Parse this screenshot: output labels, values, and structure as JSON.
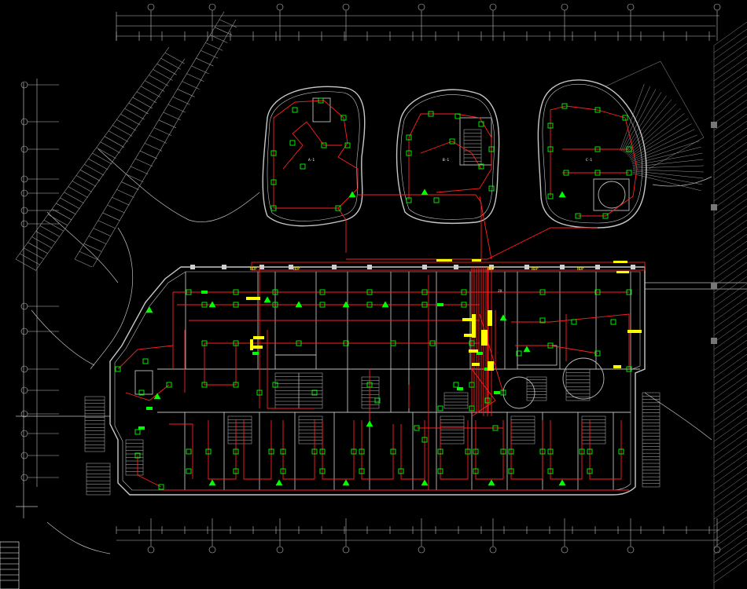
{
  "colors": {
    "background": "#000000",
    "wall": "#c8c8c8",
    "dim": "#bfbfbf",
    "circuit": "#ff2020",
    "device": "#00ff00",
    "panel": "#ffff00",
    "hatch": "#9a9a9a"
  },
  "labels": {
    "bdf_1": "BDF",
    "bdf_2": "BDF",
    "bdf_3": "BDF",
    "bdf_4": "BDF",
    "bdf_5": "BDF",
    "zone_a": "A-1",
    "zone_b": "B-1",
    "zone_c": "C-1",
    "riser": "JX"
  },
  "icons": [
    "smoke-detector-icon",
    "speaker-icon",
    "junction-box-icon",
    "axis-bubble-icon"
  ]
}
